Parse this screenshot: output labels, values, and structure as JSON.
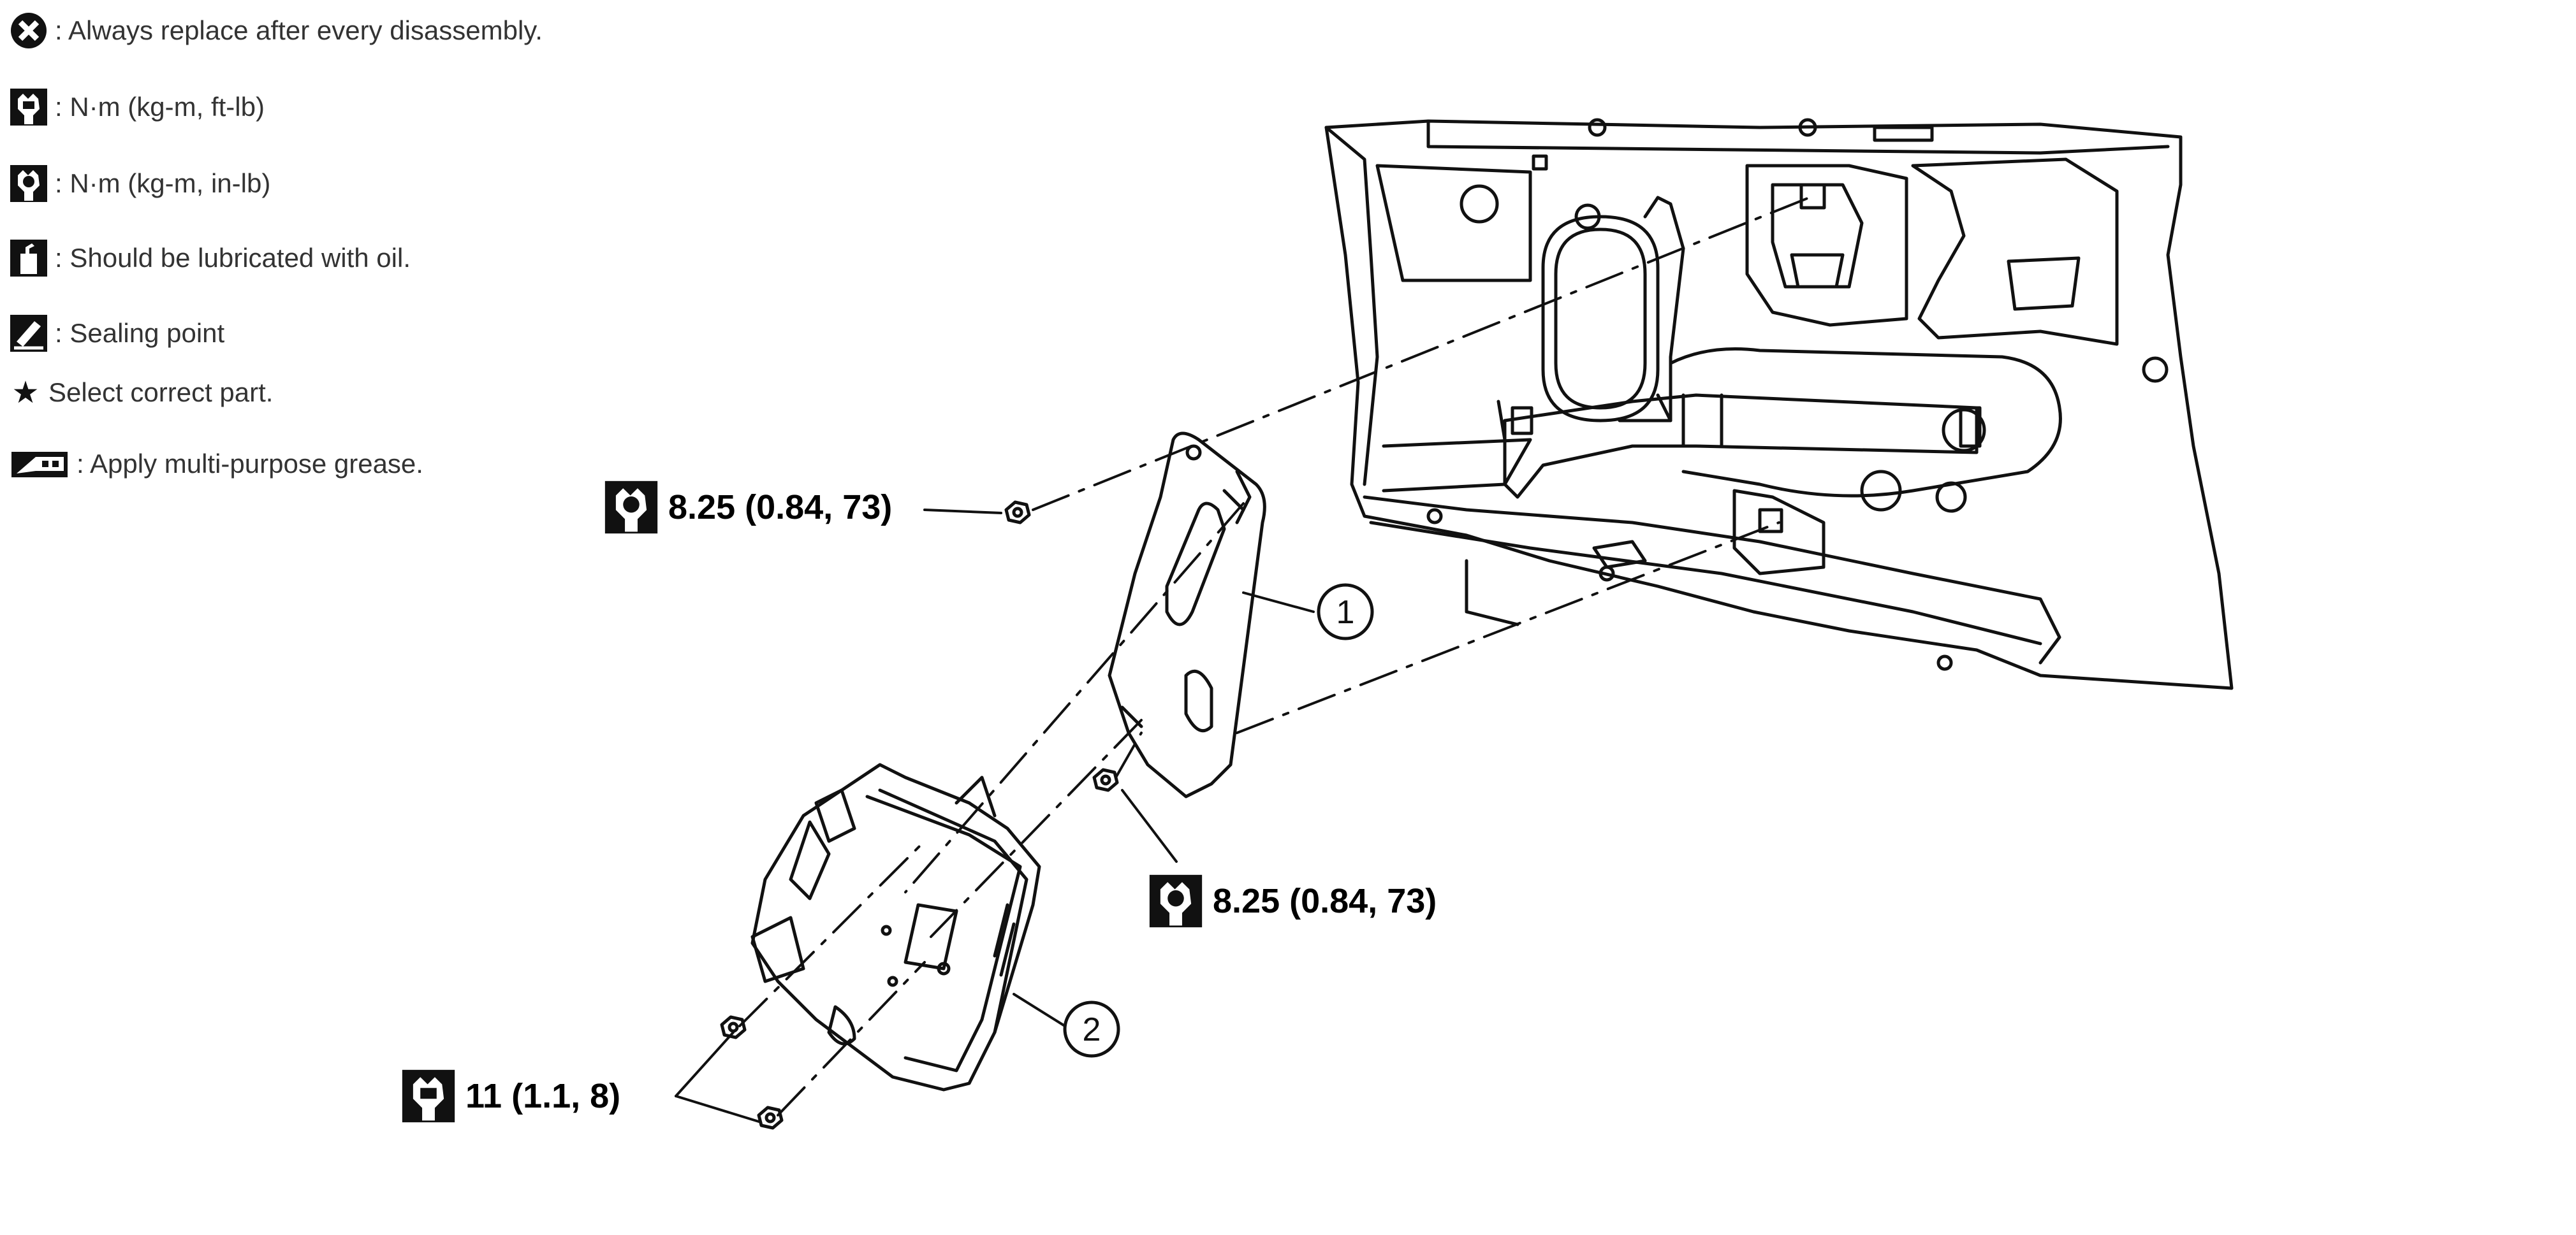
{
  "legend": [
    {
      "icon": "replace-x-icon",
      "text": ": Always replace after every disassembly."
    },
    {
      "icon": "torque-ft-lb-icon",
      "text": ": N·m (kg-m, ft-lb)"
    },
    {
      "icon": "torque-in-lb-icon",
      "text": ": N·m (kg-m, in-lb)"
    },
    {
      "icon": "oil-can-icon",
      "text": ": Should be lubricated with oil."
    },
    {
      "icon": "sealing-point-icon",
      "text": ": Sealing point"
    },
    {
      "icon": "star-icon",
      "text": "Select correct part."
    },
    {
      "icon": "grease-gun-icon",
      "text": ": Apply multi-purpose grease."
    }
  ],
  "legend_star": "★",
  "callouts": {
    "upper_torque": {
      "value": "8.25 (0.84, 73)",
      "icon": "torque-in-lb-icon"
    },
    "middle_torque": {
      "value": "8.25 (0.84, 73)",
      "icon": "torque-in-lb-icon"
    },
    "lower_torque": {
      "value": "11 (1.1, 8)",
      "icon": "torque-ft-lb-icon"
    }
  },
  "parts": [
    {
      "number": "1"
    },
    {
      "number": "2"
    }
  ]
}
